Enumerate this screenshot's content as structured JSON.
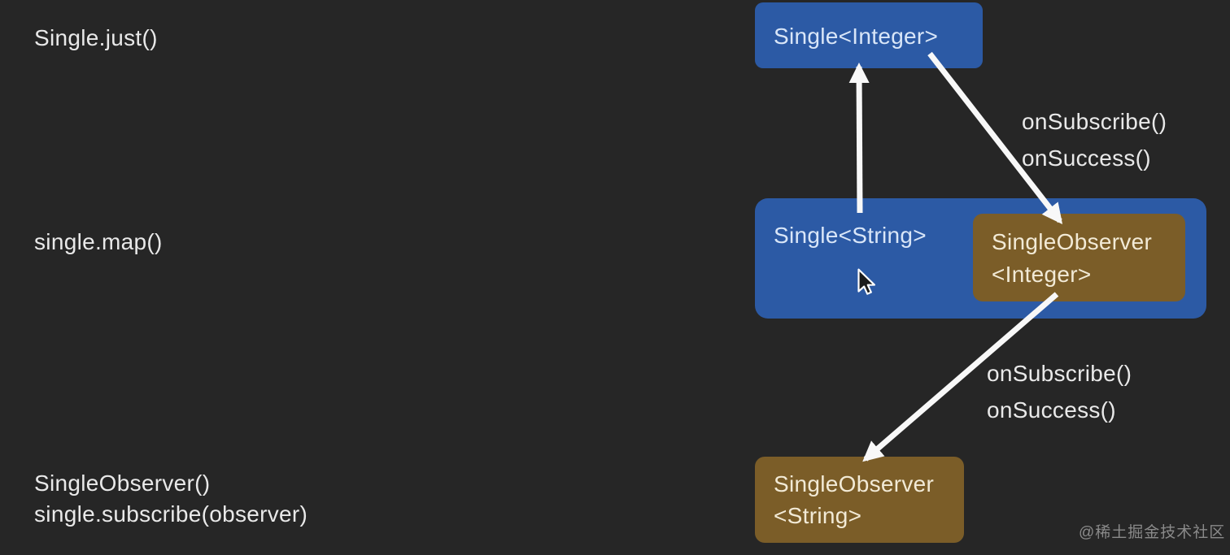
{
  "colors": {
    "bg": "#262626",
    "blue": "#2c5aa5",
    "brown": "#7b5d28",
    "label-text": "#e9e9e9",
    "blue-box-text": "#d9e6f8",
    "brown-box-text": "#f2ead6",
    "arrow": "#f8f8f8",
    "watermark-text": "#8a8a8a"
  },
  "left_labels": {
    "just": "Single.just()",
    "map": "single.map()",
    "observer": "SingleObserver()",
    "subscribe": "single.subscribe(observer)"
  },
  "boxes": {
    "single_integer": "Single<Integer>",
    "single_string": "Single<String>",
    "single_observer_integer_line1": "SingleObserver",
    "single_observer_integer_line2": "<Integer>",
    "single_observer_string_line1": "SingleObserver",
    "single_observer_string_line2": "<String>"
  },
  "callbacks": {
    "map_onsubscribe": "onSubscribe()",
    "map_onsuccess": "onSuccess()",
    "subscribe_onsubscribe": "onSubscribe()",
    "subscribe_onsuccess": "onSuccess()"
  },
  "watermark": "@稀土掘金技术社区"
}
